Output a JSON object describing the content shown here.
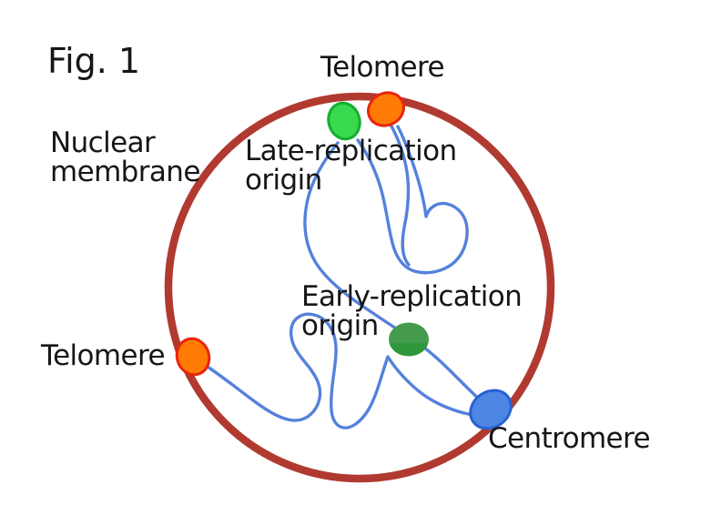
{
  "figure_label": "Fig. 1",
  "labels": {
    "telomere_top": "Telomere",
    "telomere_left": "Telomere",
    "nuclear_membrane_line1": "Nuclear",
    "nuclear_membrane_line2": "membrane",
    "late_origin_line1": "Late-replication",
    "late_origin_line2": "origin",
    "early_origin_line1": "Early-replication",
    "early_origin_line2": "origin",
    "centromere": "Centromere"
  },
  "colors": {
    "membrane": "#B13A30",
    "chromatin": "#5581DC",
    "telomere_fill": "#FF7B06",
    "telomere_stroke": "#E9250E",
    "late_origin_fill": "#38D94E",
    "late_origin_stroke": "#16AD32",
    "early_origin_fill_top": "#459B4D",
    "early_origin_fill_bottom": "#2E9739",
    "centromere_fill": "#4D86E3",
    "centromere_stroke": "#2962D0",
    "text": "#161616"
  }
}
